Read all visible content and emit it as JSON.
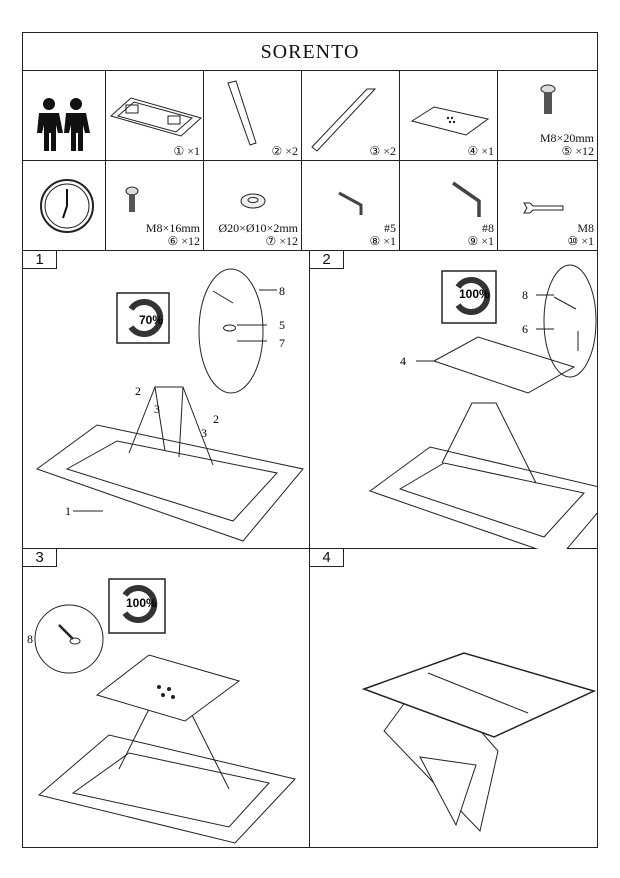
{
  "title": "SORENTO",
  "parts": [
    {
      "id": "①",
      "qty": "×1",
      "spec": ""
    },
    {
      "id": "②",
      "qty": "×2",
      "spec": ""
    },
    {
      "id": "③",
      "qty": "×2",
      "spec": ""
    },
    {
      "id": "④",
      "qty": "×1",
      "spec": ""
    },
    {
      "id": "⑤",
      "qty": "×12",
      "spec": "M8×20mm"
    },
    {
      "id": "⑥",
      "qty": "×12",
      "spec": "M8×16mm"
    },
    {
      "id": "⑦",
      "qty": "×12",
      "spec": "Ø20×Ø10×2mm"
    },
    {
      "id": "⑧",
      "qty": "×1",
      "spec": "#5"
    },
    {
      "id": "⑨",
      "qty": "×1",
      "spec": "#8"
    },
    {
      "id": "⑩",
      "qty": "×1",
      "spec": "M8"
    }
  ],
  "steps": [
    {
      "number": "1",
      "torque": "70%",
      "callouts": [
        "8",
        "5",
        "7",
        "2",
        "3",
        "2",
        "3",
        "1"
      ]
    },
    {
      "number": "2",
      "torque": "100%",
      "callouts": [
        "8",
        "6",
        "4"
      ]
    },
    {
      "number": "3",
      "torque": "100%",
      "callouts": [
        "8"
      ]
    },
    {
      "number": "4"
    }
  ]
}
